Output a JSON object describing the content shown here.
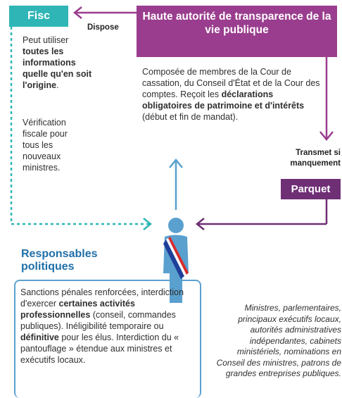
{
  "fisc": {
    "title": "Fisc",
    "text_1": "Peut utiliser",
    "text_2": "toutes les informations quelle qu'en soit l'origine",
    "text_3": ".",
    "text_4": "Vérification fiscale pour tous les nouveaux ministres."
  },
  "hatvp": {
    "title": "Haute autorité de transparence de la vie publique",
    "desc_1": "Composée de membres de la Cour de cassation, du Conseil d'État et de la Cour des comptes. Reçoit les",
    "desc_2": "déclarations obligatoires de patrimoine et d'intérêts",
    "desc_3": "(début et fin de mandat)."
  },
  "arrows": {
    "dispose": "Dispose",
    "transmet": "Transmet si manquement"
  },
  "parquet": {
    "title": "Parquet"
  },
  "responsables": {
    "title": "Responsables politiques",
    "sanctions_1": "Sanctions pénales renforcées, interdiction d'exercer",
    "sanctions_2": "certaines activités professionnelles",
    "sanctions_3": "(conseil, commandes publiques). Inéligibilité temporaire ou",
    "sanctions_4": "définitive",
    "sanctions_5": "pour les élus. Interdiction du « pantouflage » étendue aux ministres et exécutifs locaux.",
    "concerned": "Ministres, parlementaires, principaux exécutifs locaux, autorités administratives indépendantes, cabinets ministériels, nominations en Conseil des ministres, patrons de grandes entreprises publiques."
  },
  "colors": {
    "teal": "#2fb5b6",
    "purple": "#9a3d8e",
    "dark_purple": "#6e2f75",
    "blue": "#5aa0cf",
    "title_blue": "#1f6fa8"
  }
}
